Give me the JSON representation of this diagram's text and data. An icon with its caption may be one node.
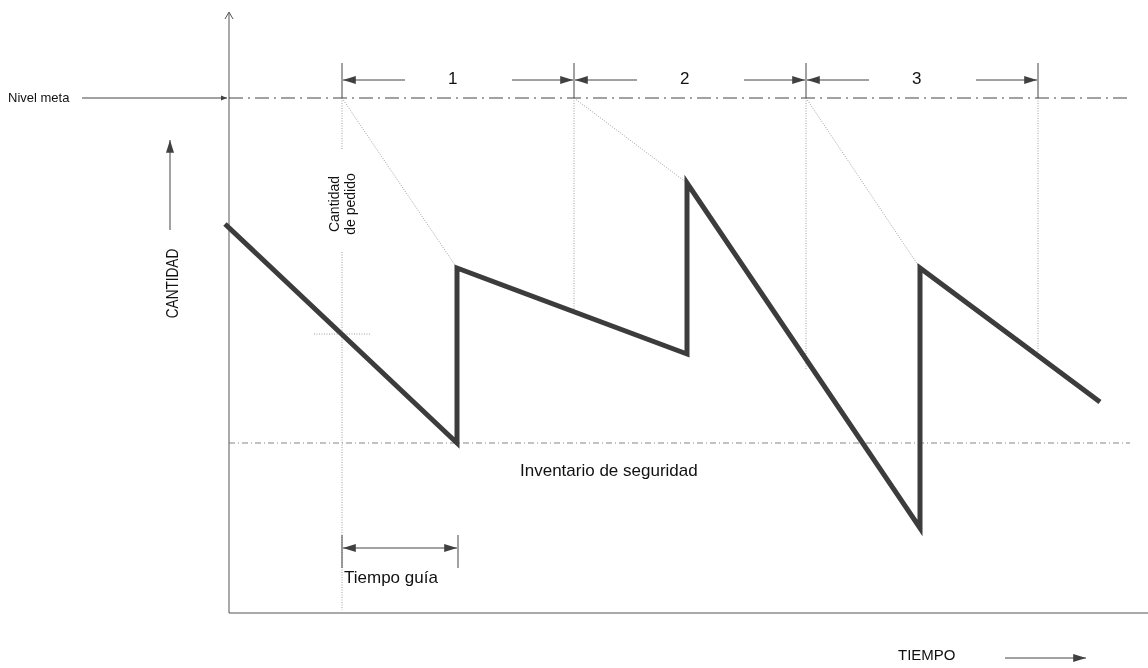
{
  "diagram": {
    "nodes": [
      {
        "text": [
          "Nivel meta"
        ]
      },
      {
        "text": [],
        "shape": "bar"
      }
    ],
    "edges": [
      {
        "from": 0,
        "to": 1,
        "arrow": "to"
      }
    ],
    "labels": [
      "1",
      "2",
      "3",
      "Cantidad de pedido",
      "CANTIDAD",
      "Inventario de seguridad",
      "Tiempo guía",
      "TIEMPO"
    ]
  }
}
